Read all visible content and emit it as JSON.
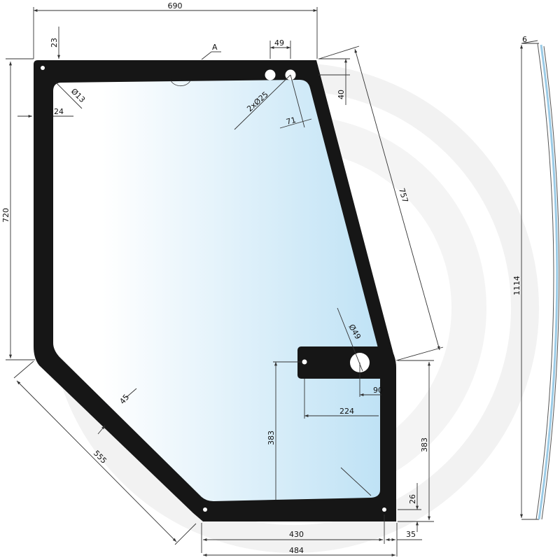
{
  "drawing": {
    "colors": {
      "frame": "#161616",
      "glass_light": "#ffffff",
      "glass_blue": "#c3e4f6",
      "watermark": "#f0f0f0"
    },
    "dimensions": {
      "overall_width": "690",
      "top_offset": "23",
      "edge_label": "A",
      "hole_spacing": "49",
      "hole_depth": "40",
      "hole_label": "2xØ25",
      "hole_offset": "71",
      "corner_hole": "Ø13",
      "side_offset": "24",
      "left_height": "720",
      "right_edge": "757",
      "bracket_hole": "Ø49",
      "bracket_offset": "90",
      "bracket_width": "224",
      "bracket_height_left": "383",
      "bracket_height_right": "383",
      "diagonal_band": "45",
      "diagonal_edge": "555",
      "bottom_hole_height": "26",
      "bottom_inner": "430",
      "bottom_edge_offset": "35",
      "bottom_overall": "484",
      "profile_depth": "6",
      "profile_length": "1114"
    }
  }
}
